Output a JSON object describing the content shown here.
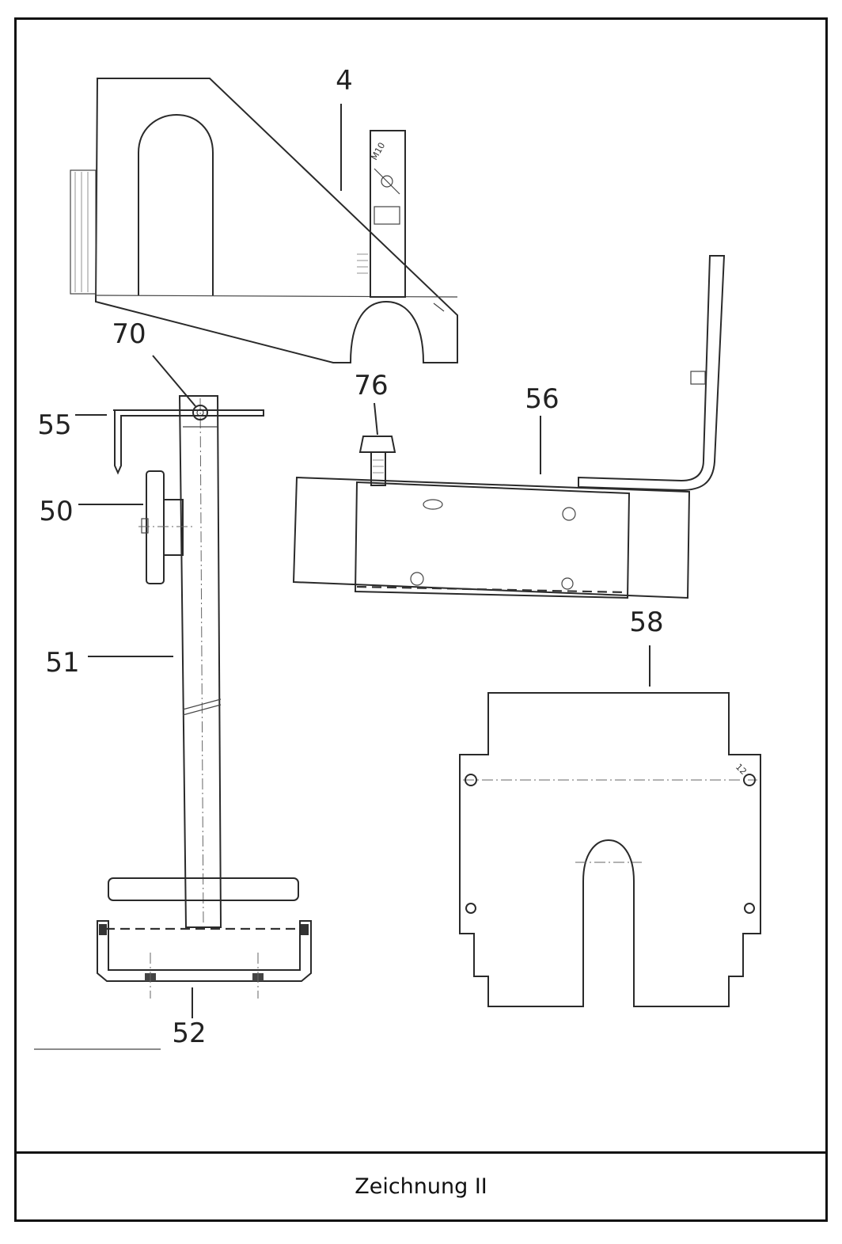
{
  "caption": "Zeichnung II",
  "labels": {
    "part_4": "4",
    "part_70": "70",
    "part_55": "55",
    "part_50": "50",
    "part_51": "51",
    "part_52": "52",
    "part_76": "76",
    "part_56": "56",
    "part_58": "58"
  },
  "annotations": {
    "thread_m10": "M10",
    "hole_12": "12"
  }
}
